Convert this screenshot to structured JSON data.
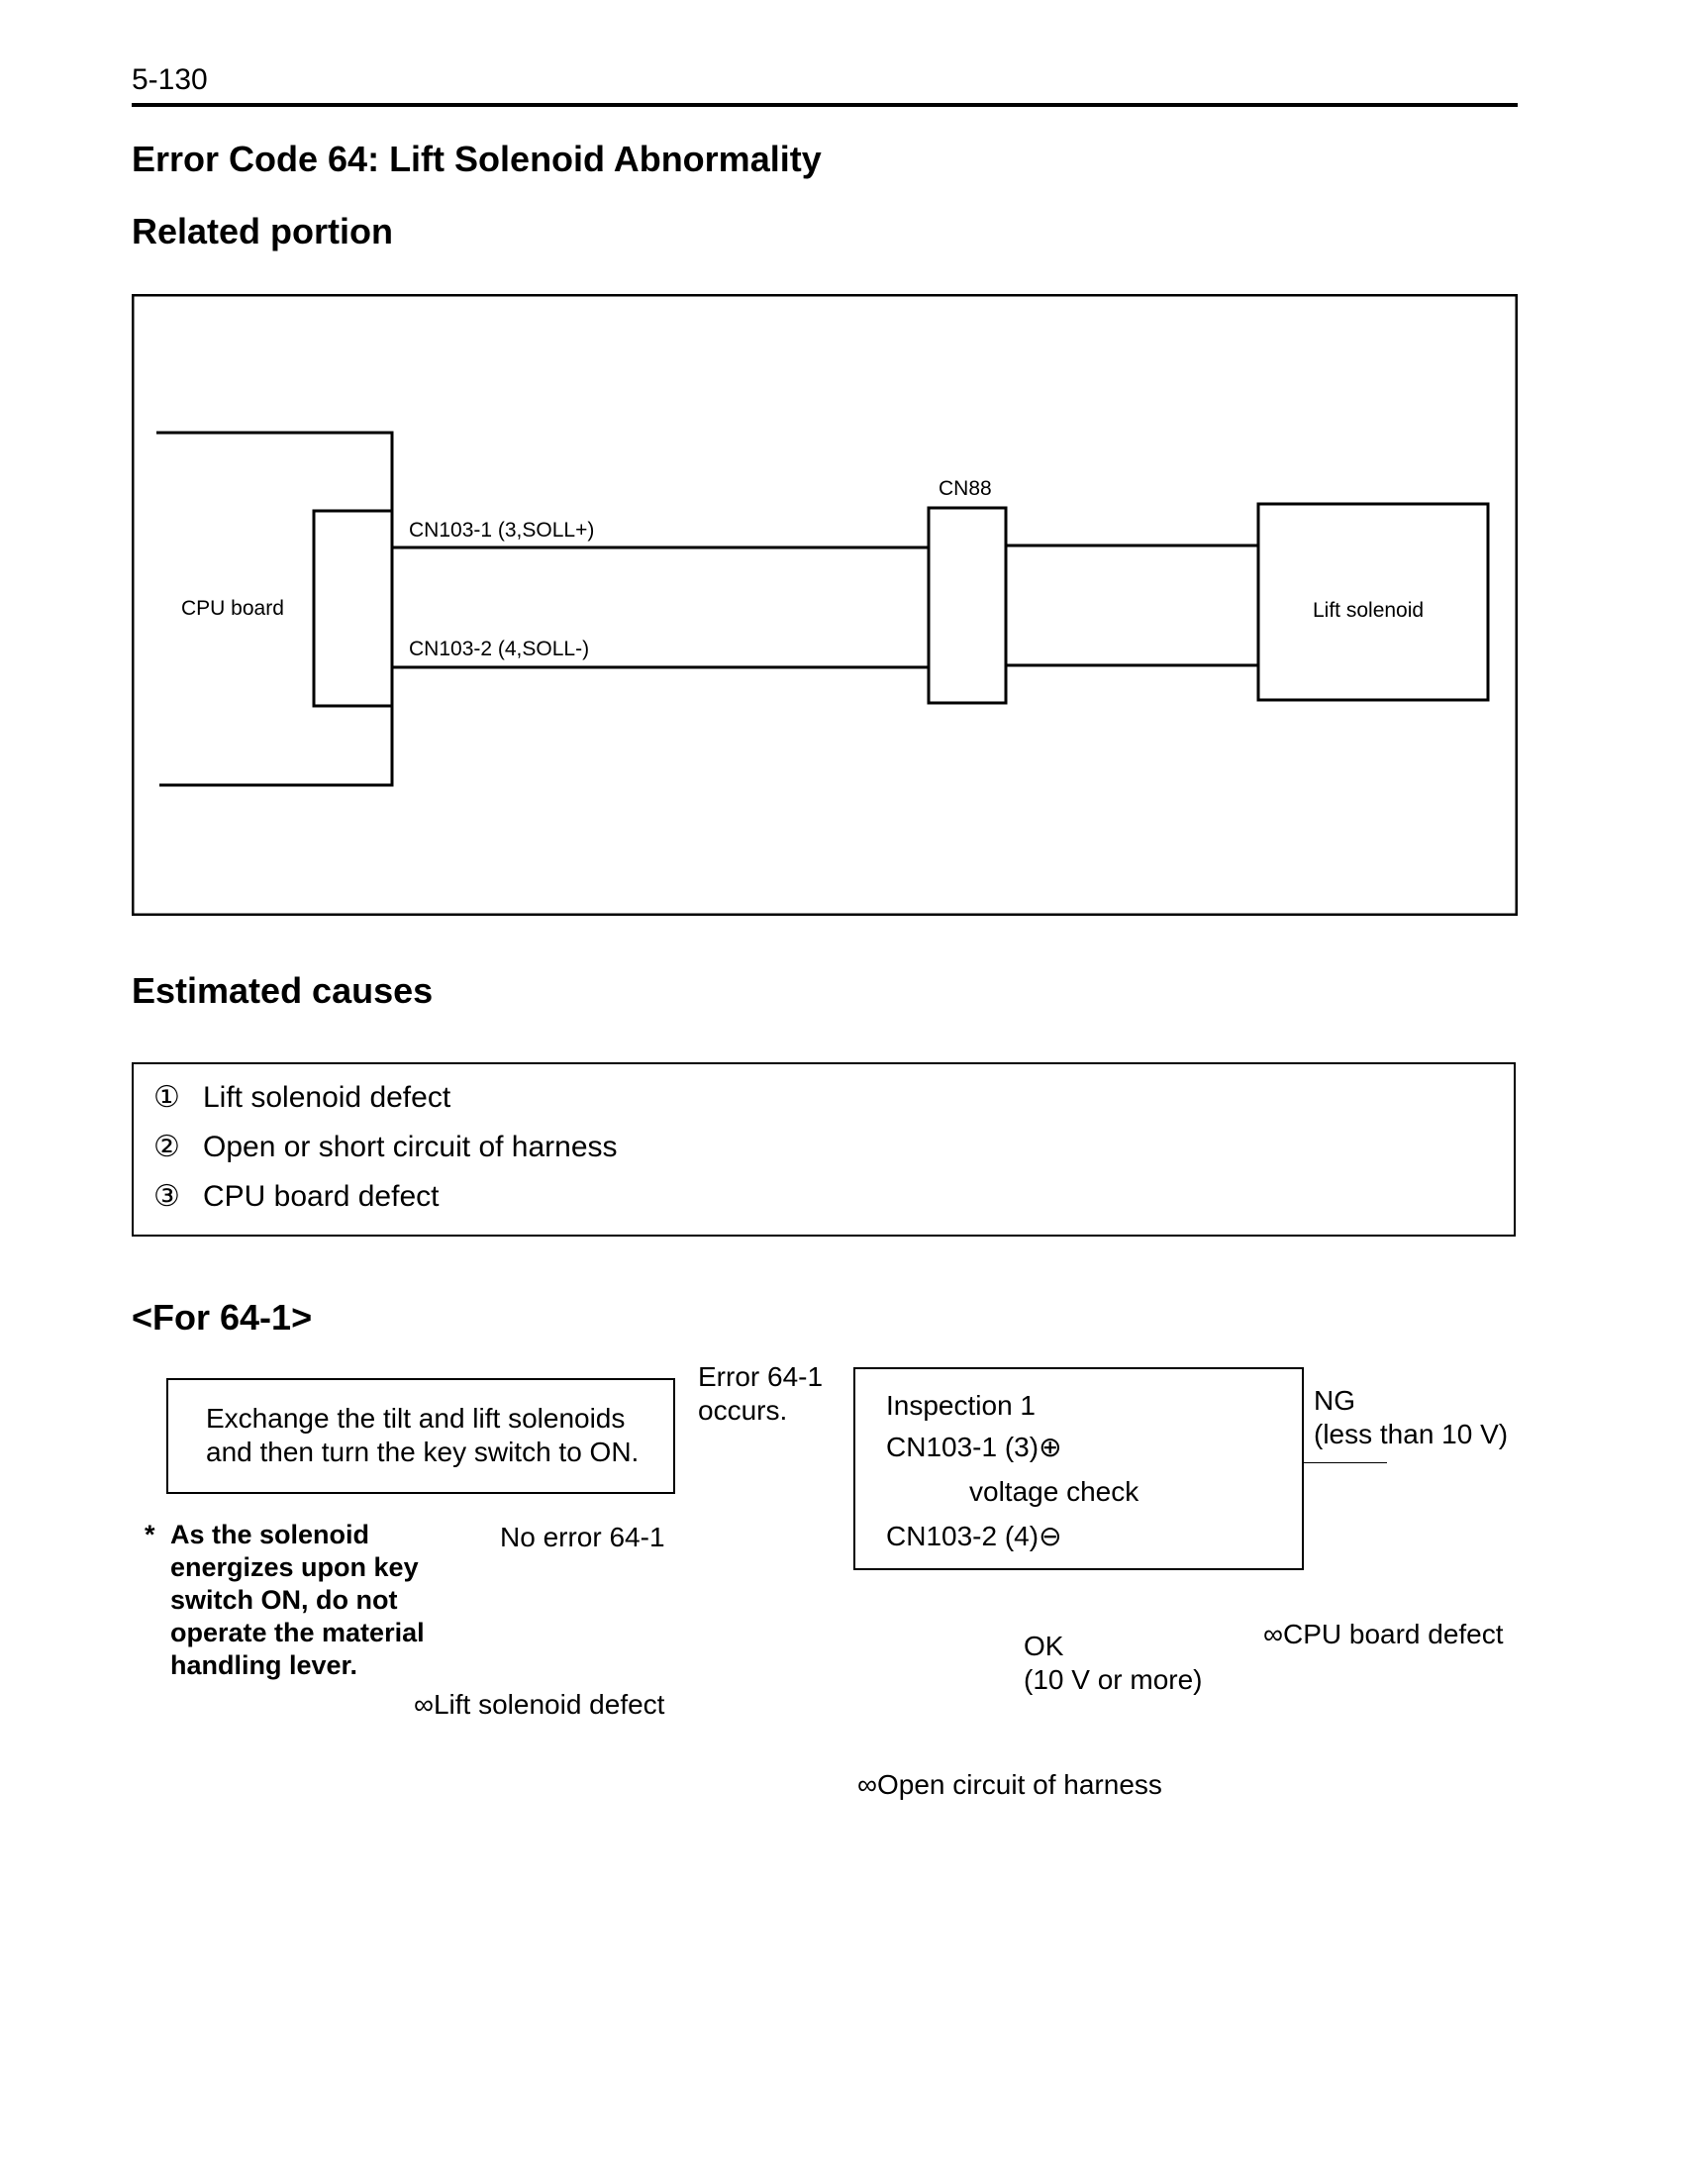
{
  "page_number": "5-130",
  "title": "Error Code 64:  Lift Solenoid Abnormality",
  "sections": {
    "related": "Related portion",
    "causes": "Estimated causes",
    "for": "<For 64-1>"
  },
  "diagram": {
    "cpu_board": "CPU board",
    "wire1": "CN103-1 (3,SOLL+)",
    "wire2": "CN103-2 (4,SOLL-)",
    "connector": "CN88",
    "lift_solenoid": "Lift solenoid"
  },
  "causes": [
    {
      "num": "①",
      "text": "Lift solenoid defect"
    },
    {
      "num": "②",
      "text": "Open or short circuit of harness"
    },
    {
      "num": "③",
      "text": "CPU board defect"
    }
  ],
  "flow": {
    "step1_line1": "Exchange the tilt and lift solenoids",
    "step1_line2": "and then turn the key switch to ON.",
    "error_occurs_line1": "Error 64-1",
    "error_occurs_line2": "occurs.",
    "no_error": "No error 64-1",
    "note_star": "*",
    "note": "As the solenoid energizes upon key switch ON, do not operate the material handling lever.",
    "infinity": "∞",
    "result_lift": "Lift solenoid defect",
    "inspection_title": "Inspection 1",
    "inspection_line1": "CN103-1 (3)",
    "inspection_line2": "voltage check",
    "inspection_line3": "CN103-2 (4)",
    "plus_symbol": "⊕",
    "minus_symbol": "⊖",
    "ng_line1": "NG",
    "ng_line2": "(less than 10 V)",
    "result_cpu": "CPU board defect",
    "ok_line1": "OK",
    "ok_line2": "(10 V or more)",
    "result_harness": "Open circuit of harness"
  }
}
